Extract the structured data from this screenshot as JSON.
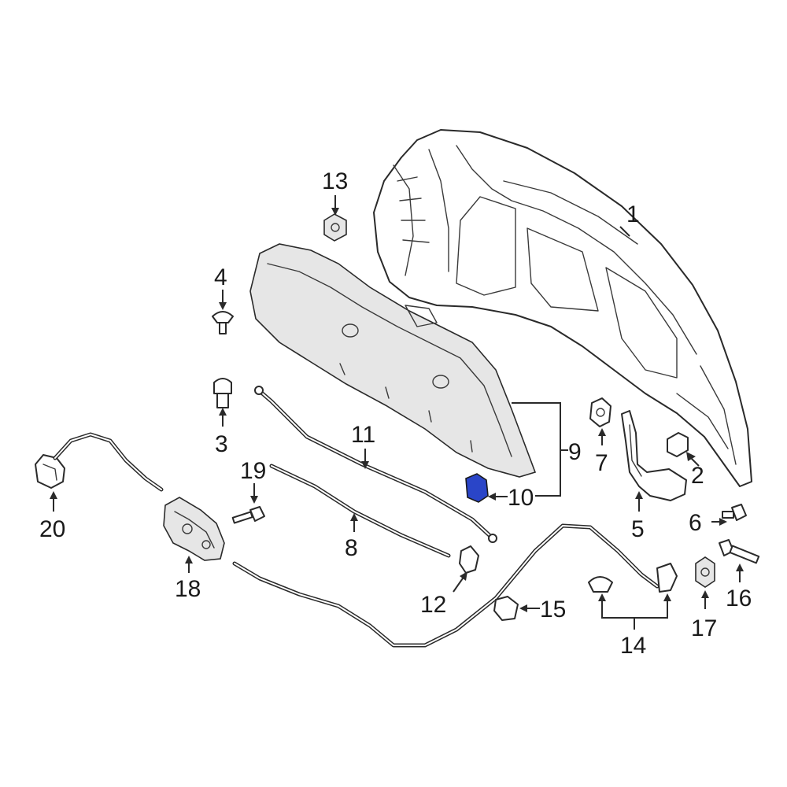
{
  "diagram": {
    "highlight_color": "#2a45c8",
    "callouts": {
      "c1": "1",
      "c2": "2",
      "c3": "3",
      "c4": "4",
      "c5": "5",
      "c6": "6",
      "c7": "7",
      "c8": "8",
      "c9": "9",
      "c10": "10",
      "c11": "11",
      "c12": "12",
      "c13": "13",
      "c14": "14",
      "c15": "15",
      "c16": "16",
      "c17": "17",
      "c18": "18",
      "c19": "19",
      "c20": "20"
    },
    "highlighted_part": "10"
  }
}
